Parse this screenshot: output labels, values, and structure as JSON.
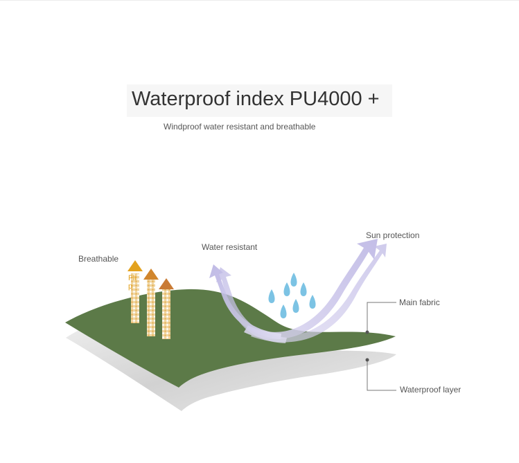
{
  "header": {
    "title": "Waterproof index PU4000 +",
    "subtitle": "Windproof water resistant and breathable"
  },
  "diagram": {
    "labels": {
      "breathable": "Breathable",
      "water_resistant": "Water resistant",
      "sun_protection": "Sun protection",
      "main_fabric": "Main fabric",
      "waterproof_layer": "Waterproof layer",
      "flip": "Fli p"
    },
    "colors": {
      "main_fabric": "#5c7a48",
      "waterproof_layer": "#d6d6d6",
      "arrows": "#c9c5e8",
      "drops": "#7cc3e4",
      "breathable_arrows": "#e3a21e"
    }
  }
}
